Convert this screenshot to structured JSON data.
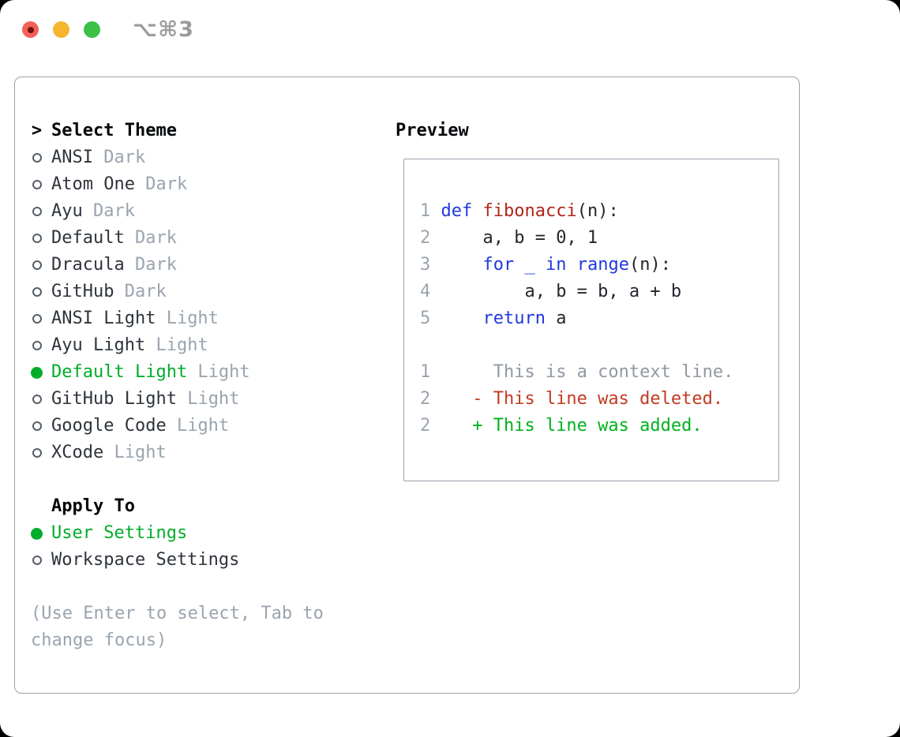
{
  "titlebar": {
    "shortcut": "⌥⌘3",
    "buttons": [
      "close",
      "minimize",
      "zoom"
    ]
  },
  "colors": {
    "green": "#00ad2b",
    "kw": "#2138e0",
    "fn": "#b02519",
    "del": "#c23a22",
    "add": "#00b21f",
    "muted": "#9aa4af",
    "text": "#2e343b",
    "border": "#9aa3ae",
    "tl_close": "#f3605a",
    "tl_close_dot": "#731008",
    "tl_min": "#f5b52e",
    "tl_zoom": "#3cc148"
  },
  "select_theme": {
    "prefix": ">",
    "title": "Select Theme",
    "items": [
      {
        "label": "ANSI",
        "variant": "Dark",
        "selected": false
      },
      {
        "label": "Atom One",
        "variant": "Dark",
        "selected": false
      },
      {
        "label": "Ayu",
        "variant": "Dark",
        "selected": false
      },
      {
        "label": "Default",
        "variant": "Dark",
        "selected": false
      },
      {
        "label": "Dracula",
        "variant": "Dark",
        "selected": false
      },
      {
        "label": "GitHub",
        "variant": "Dark",
        "selected": false
      },
      {
        "label": "ANSI Light",
        "variant": "Light",
        "selected": false
      },
      {
        "label": "Ayu Light",
        "variant": "Light",
        "selected": false
      },
      {
        "label": "Default Light",
        "variant": "Light",
        "selected": true
      },
      {
        "label": "GitHub Light",
        "variant": "Light",
        "selected": false
      },
      {
        "label": "Google Code",
        "variant": "Light",
        "selected": false
      },
      {
        "label": "XCode",
        "variant": "Light",
        "selected": false
      }
    ]
  },
  "apply_to": {
    "title": "Apply To",
    "items": [
      {
        "label": "User Settings",
        "selected": true
      },
      {
        "label": "Workspace Settings",
        "selected": false
      }
    ]
  },
  "help_text": "(Use Enter to select, Tab to change focus)",
  "preview": {
    "title": "Preview",
    "lines": [
      {
        "num": "1",
        "parts": [
          [
            "plain",
            " "
          ],
          [
            "kw",
            "def"
          ],
          [
            "plain",
            " "
          ],
          [
            "fn",
            "fibonacci"
          ],
          [
            "plain",
            "(n):"
          ]
        ]
      },
      {
        "num": "2",
        "parts": [
          [
            "plain",
            "     a, b = 0, 1"
          ]
        ]
      },
      {
        "num": "3",
        "parts": [
          [
            "plain",
            "     "
          ],
          [
            "kw",
            "for"
          ],
          [
            "plain",
            " "
          ],
          [
            "kw",
            "_"
          ],
          [
            "plain",
            " "
          ],
          [
            "kw",
            "in"
          ],
          [
            "plain",
            " "
          ],
          [
            "kw",
            "range"
          ],
          [
            "plain",
            "(n):"
          ]
        ]
      },
      {
        "num": "4",
        "parts": [
          [
            "plain",
            "         a, b = b, a + b"
          ]
        ]
      },
      {
        "num": "5",
        "parts": [
          [
            "plain",
            "     "
          ],
          [
            "kw",
            "return"
          ],
          [
            "plain",
            " a"
          ]
        ]
      },
      {
        "num": "",
        "parts": []
      },
      {
        "num": "1",
        "parts": [
          [
            "ctx",
            "      This is a context line."
          ]
        ]
      },
      {
        "num": "2",
        "parts": [
          [
            "del",
            "    - This line was deleted."
          ]
        ]
      },
      {
        "num": "2",
        "parts": [
          [
            "add",
            "    + This line was added."
          ]
        ]
      }
    ]
  }
}
